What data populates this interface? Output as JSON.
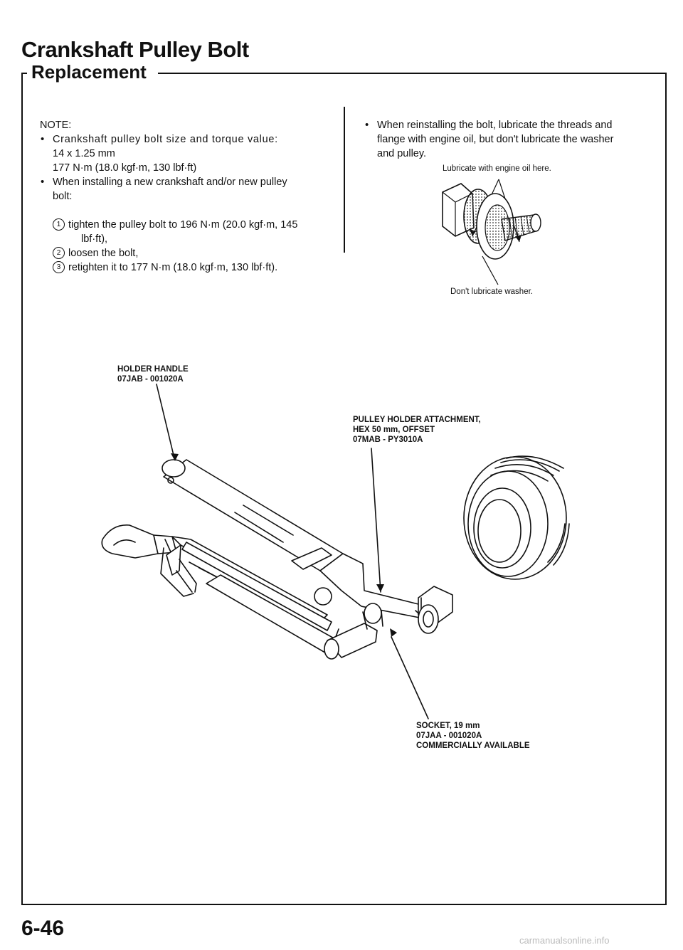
{
  "title": "Crankshaft Pulley Bolt",
  "section": "Replacement",
  "note": {
    "heading": "NOTE:",
    "bullet1_line1": "Crankshaft pulley bolt size and torque value:",
    "bullet1_line2": "14 x 1.25 mm",
    "bullet1_line3": "177 N·m (18.0 kgf·m, 130 lbf·ft)",
    "bullet2_line1": "When installing a new crankshaft and/or new pulley",
    "bullet2_line2": "bolt:",
    "steps": [
      {
        "num": "1",
        "text": "tighten the pulley bolt to 196 N·m (20.0 kgf·m, 145",
        "text2": "lbf·ft),"
      },
      {
        "num": "2",
        "text": "loosen the bolt,"
      },
      {
        "num": "3",
        "text": "retighten it to 177 N·m (18.0 kgf·m, 130 lbf·ft)."
      }
    ]
  },
  "right_note": {
    "line1": "When reinstalling the bolt, lubricate the threads and",
    "line2": "flange with engine oil, but don't lubricate the washer",
    "line3": "and pulley."
  },
  "bolt_figure": {
    "lubricate_label": "Lubricate with engine oil here.",
    "washer_label": "Don't lubricate washer."
  },
  "tool_labels": {
    "holder_handle": [
      "HOLDER HANDLE",
      "07JAB - 001020A"
    ],
    "pulley_holder": [
      "PULLEY HOLDER ATTACHMENT,",
      "HEX 50 mm, OFFSET",
      "07MAB - PY3010A"
    ],
    "socket": [
      "SOCKET, 19 mm",
      "07JAA - 001020A",
      "COMMERCIALLY AVAILABLE"
    ]
  },
  "page_number": "6-46",
  "watermark": "carmanualsonline.info"
}
